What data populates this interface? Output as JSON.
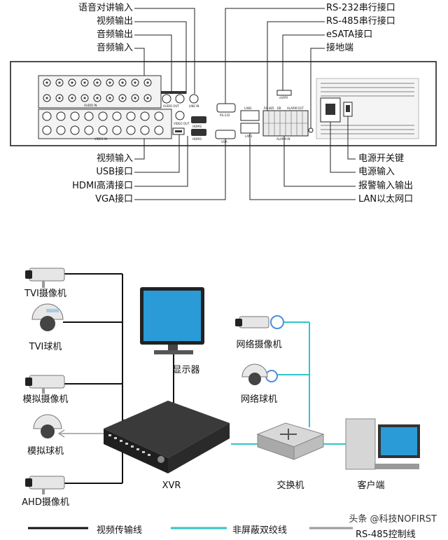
{
  "rear_panel": {
    "top_labels_left": [
      "语音对讲输入",
      "视频输出",
      "音频输出",
      "音频输入"
    ],
    "top_labels_right": [
      "RS-232串行接口",
      "RS-485串行接口",
      "eSATA接口",
      "接地端"
    ],
    "bottom_labels_left": [
      "视频输入",
      "USB接口",
      "HDMI高清接口",
      "VGA接口"
    ],
    "bottom_labels_right": [
      "电源开关键",
      "电源输入",
      "报警输入输出",
      "LAN以太网口"
    ],
    "panel_text": {
      "audio_in": "AUDIO IN",
      "audio_out": "AUDIO OUT",
      "line_in": "LINE IN",
      "video_in": "VIDEO IN",
      "video_out": "VIDEO OUT",
      "hdmi2": "HDMI2",
      "hdmi1": "HDMI1",
      "vga": "VGA",
      "rs232": "RS-232",
      "lan2": "LAN2",
      "lan1": "LAN1",
      "rs485": "RS-485",
      "kb": "KB",
      "alarm_out": "ALARM OUT",
      "alarm_in": "ALARM IN",
      "esata": "eSATA"
    }
  },
  "topology": {
    "cameras_left": [
      "TVI摄像机",
      "TVI球机",
      "模拟摄像机",
      "模拟球机",
      "AHD摄像机"
    ],
    "monitor": "显示器",
    "xvr": "XVR",
    "ip_camera": "网络摄像机",
    "ip_dome": "网络球机",
    "switch": "交换机",
    "client": "客户端"
  },
  "legend": {
    "video_line": "视频传输线",
    "utp_line": "非屏蔽双绞线",
    "rs485_line": "RS-485控制线"
  },
  "watermark": "头条 @科技NOFIRST",
  "colors": {
    "cyan_line": "#32c4c8",
    "black_line": "#111111",
    "gray_line": "#9a9a9a"
  }
}
